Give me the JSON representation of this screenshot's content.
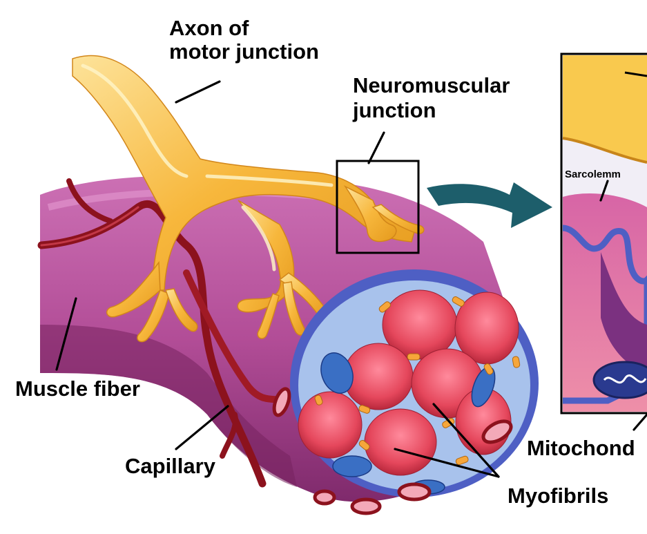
{
  "labels": {
    "axon_line1": "Axon of",
    "axon_line2": "motor junction",
    "nmj_line1": "Neuromuscular",
    "nmj_line2": "junction",
    "sarcolemma": "Sarcolemm",
    "muscle_fiber": "Muscle fiber",
    "capillary": "Capillary",
    "mitochondrion": "Mitochond",
    "myofibrils": "Myofibrils"
  },
  "colors": {
    "background": "#ffffff",
    "muscle_fiber": "#b84f9a",
    "muscle_fiber_dark": "#8d2f76",
    "axon": "#f6b93b",
    "axon_highlight": "#fde7a0",
    "capillary": "#9b1822",
    "myofibril": "#e5475c",
    "cross_section_membrane": "#4e5fc4",
    "sarcoplasm": "#a8c2ec",
    "mitochondrion": "#3a6fc4",
    "inset_axon_terminal": "#f9c94e",
    "inset_muscle": "#e3749a",
    "arrow": "#1d5e6b"
  }
}
